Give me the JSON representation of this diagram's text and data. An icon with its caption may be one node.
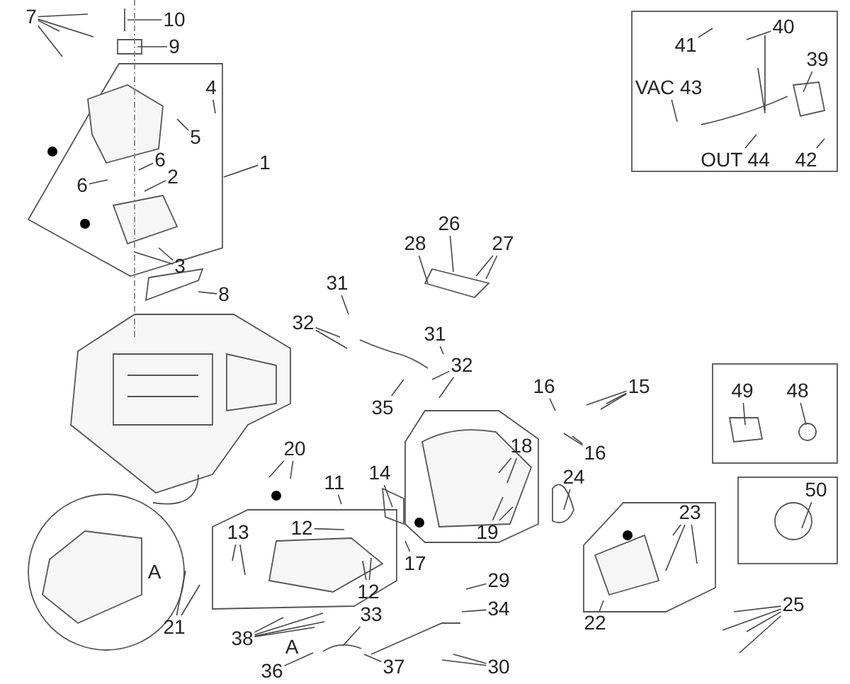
{
  "diagram": {
    "nodes": [
      {
        "text": [
          "7"
        ]
      },
      {
        "text": [
          "10"
        ]
      },
      {
        "text": [
          "9"
        ]
      },
      {
        "text": [
          "4"
        ]
      },
      {
        "text": [
          "5"
        ]
      },
      {
        "text": [
          "1"
        ]
      },
      {
        "text": [
          "6"
        ]
      },
      {
        "text": [
          "2"
        ]
      },
      {
        "text": [
          "6"
        ]
      },
      {
        "text": [
          "3"
        ]
      },
      {
        "text": [
          "8"
        ]
      },
      {
        "text": [
          "41"
        ]
      },
      {
        "text": [
          "40"
        ]
      },
      {
        "text": [
          "39"
        ]
      },
      {
        "text": [
          "VAC 43"
        ]
      },
      {
        "text": [
          "OUT 44"
        ]
      },
      {
        "text": [
          "42"
        ]
      },
      {
        "text": [
          "28"
        ]
      },
      {
        "text": [
          "26"
        ]
      },
      {
        "text": [
          "27"
        ]
      },
      {
        "text": [
          "31"
        ]
      },
      {
        "text": [
          "32"
        ]
      },
      {
        "text": [
          "31"
        ]
      },
      {
        "text": [
          "32"
        ]
      },
      {
        "text": [
          "35"
        ]
      },
      {
        "text": [
          "16"
        ]
      },
      {
        "text": [
          "15"
        ]
      },
      {
        "text": [
          "20"
        ]
      },
      {
        "text": [
          "18"
        ]
      },
      {
        "text": [
          "14"
        ]
      },
      {
        "text": [
          "16"
        ]
      },
      {
        "text": [
          "24"
        ]
      },
      {
        "text": [
          "11"
        ]
      },
      {
        "text": [
          "12"
        ]
      },
      {
        "text": [
          "13"
        ]
      },
      {
        "text": [
          "19"
        ]
      },
      {
        "text": [
          "23"
        ]
      },
      {
        "text": [
          "17"
        ]
      },
      {
        "text": [
          "12"
        ]
      },
      {
        "text": [
          "29"
        ]
      },
      {
        "text": [
          "21"
        ]
      },
      {
        "text": [
          "34"
        ]
      },
      {
        "text": [
          "33"
        ]
      },
      {
        "text": [
          "22"
        ]
      },
      {
        "text": [
          "25"
        ]
      },
      {
        "text": [
          "38"
        ]
      },
      {
        "text": [
          "36"
        ]
      },
      {
        "text": [
          "37"
        ]
      },
      {
        "text": [
          "30"
        ]
      },
      {
        "text": [
          "49"
        ]
      },
      {
        "text": [
          "48"
        ]
      },
      {
        "text": [
          "50"
        ]
      }
    ],
    "edges": [
      {
        "from": 0,
        "to": null,
        "arrow": "none"
      },
      {
        "from": 0,
        "to": null,
        "arrow": "none"
      },
      {
        "from": 0,
        "to": null,
        "arrow": "none"
      },
      {
        "from": 0,
        "to": null,
        "arrow": "none"
      },
      {
        "from": 1,
        "to": null,
        "arrow": "none"
      },
      {
        "from": 2,
        "to": null,
        "arrow": "none"
      },
      {
        "from": 3,
        "to": null,
        "arrow": "none"
      },
      {
        "from": 4,
        "to": null,
        "arrow": "none"
      },
      {
        "from": 5,
        "to": null,
        "arrow": "none"
      },
      {
        "from": 6,
        "to": null,
        "arrow": "none"
      },
      {
        "from": 7,
        "to": null,
        "arrow": "none"
      },
      {
        "from": 8,
        "to": null,
        "arrow": "none"
      },
      {
        "from": 9,
        "to": null,
        "arrow": "none"
      },
      {
        "from": 9,
        "to": null,
        "arrow": "none"
      },
      {
        "from": 10,
        "to": null,
        "arrow": "none"
      },
      {
        "from": 11,
        "to": null,
        "arrow": "none"
      },
      {
        "from": 12,
        "to": null,
        "arrow": "none"
      },
      {
        "from": 13,
        "to": null,
        "arrow": "none"
      },
      {
        "from": 14,
        "to": null,
        "arrow": "none"
      },
      {
        "from": 15,
        "to": null,
        "arrow": "none"
      },
      {
        "from": 16,
        "to": null,
        "arrow": "none"
      },
      {
        "from": 17,
        "to": null,
        "arrow": "none"
      },
      {
        "from": 18,
        "to": null,
        "arrow": "none"
      },
      {
        "from": 19,
        "to": null,
        "arrow": "none"
      },
      {
        "from": 19,
        "to": null,
        "arrow": "none"
      },
      {
        "from": 20,
        "to": null,
        "arrow": "none"
      },
      {
        "from": 21,
        "to": null,
        "arrow": "none"
      },
      {
        "from": 21,
        "to": null,
        "arrow": "none"
      },
      {
        "from": 22,
        "to": null,
        "arrow": "none"
      },
      {
        "from": 23,
        "to": null,
        "arrow": "none"
      },
      {
        "from": 23,
        "to": null,
        "arrow": "none"
      },
      {
        "from": 24,
        "to": null,
        "arrow": "none"
      },
      {
        "from": 25,
        "to": null,
        "arrow": "none"
      },
      {
        "from": 26,
        "to": null,
        "arrow": "none"
      },
      {
        "from": 26,
        "to": null,
        "arrow": "none"
      },
      {
        "from": 26,
        "to": null,
        "arrow": "none"
      },
      {
        "from": 27,
        "to": null,
        "arrow": "none"
      },
      {
        "from": 27,
        "to": null,
        "arrow": "none"
      },
      {
        "from": 28,
        "to": null,
        "arrow": "none"
      },
      {
        "from": 28,
        "to": null,
        "arrow": "none"
      },
      {
        "from": 29,
        "to": null,
        "arrow": "none"
      },
      {
        "from": 30,
        "to": null,
        "arrow": "none"
      },
      {
        "from": 30,
        "to": null,
        "arrow": "none"
      },
      {
        "from": 31,
        "to": null,
        "arrow": "none"
      },
      {
        "from": 32,
        "to": null,
        "arrow": "none"
      },
      {
        "from": 33,
        "to": null,
        "arrow": "none"
      },
      {
        "from": 34,
        "to": null,
        "arrow": "none"
      },
      {
        "from": 34,
        "to": null,
        "arrow": "none"
      },
      {
        "from": 35,
        "to": null,
        "arrow": "none"
      },
      {
        "from": 35,
        "to": null,
        "arrow": "none"
      },
      {
        "from": 36,
        "to": null,
        "arrow": "none"
      },
      {
        "from": 36,
        "to": null,
        "arrow": "none"
      },
      {
        "from": 36,
        "to": null,
        "arrow": "none"
      },
      {
        "from": 37,
        "to": null,
        "arrow": "none"
      },
      {
        "from": 38,
        "to": null,
        "arrow": "none"
      },
      {
        "from": 38,
        "to": null,
        "arrow": "none"
      },
      {
        "from": 39,
        "to": null,
        "arrow": "none"
      },
      {
        "from": 40,
        "to": null,
        "arrow": "none"
      },
      {
        "from": 40,
        "to": null,
        "arrow": "none"
      },
      {
        "from": 41,
        "to": null,
        "arrow": "none"
      },
      {
        "from": 42,
        "to": null,
        "arrow": "none"
      },
      {
        "from": 43,
        "to": null,
        "arrow": "none"
      },
      {
        "from": 44,
        "to": null,
        "arrow": "none"
      },
      {
        "from": 44,
        "to": null,
        "arrow": "none"
      },
      {
        "from": 44,
        "to": null,
        "arrow": "none"
      },
      {
        "from": 44,
        "to": null,
        "arrow": "none"
      },
      {
        "from": 45,
        "to": null,
        "arrow": "none"
      },
      {
        "from": 45,
        "to": null,
        "arrow": "none"
      },
      {
        "from": 45,
        "to": null,
        "arrow": "none"
      },
      {
        "from": 45,
        "to": null,
        "arrow": "none"
      },
      {
        "from": 46,
        "to": null,
        "arrow": "none"
      },
      {
        "from": 47,
        "to": null,
        "arrow": "none"
      },
      {
        "from": 48,
        "to": null,
        "arrow": "none"
      },
      {
        "from": 48,
        "to": null,
        "arrow": "none"
      },
      {
        "from": 49,
        "to": null,
        "arrow": "none"
      },
      {
        "from": 50,
        "to": null,
        "arrow": "none"
      },
      {
        "from": 51,
        "to": null,
        "arrow": "none"
      }
    ],
    "labels": [
      "A",
      "A"
    ]
  }
}
